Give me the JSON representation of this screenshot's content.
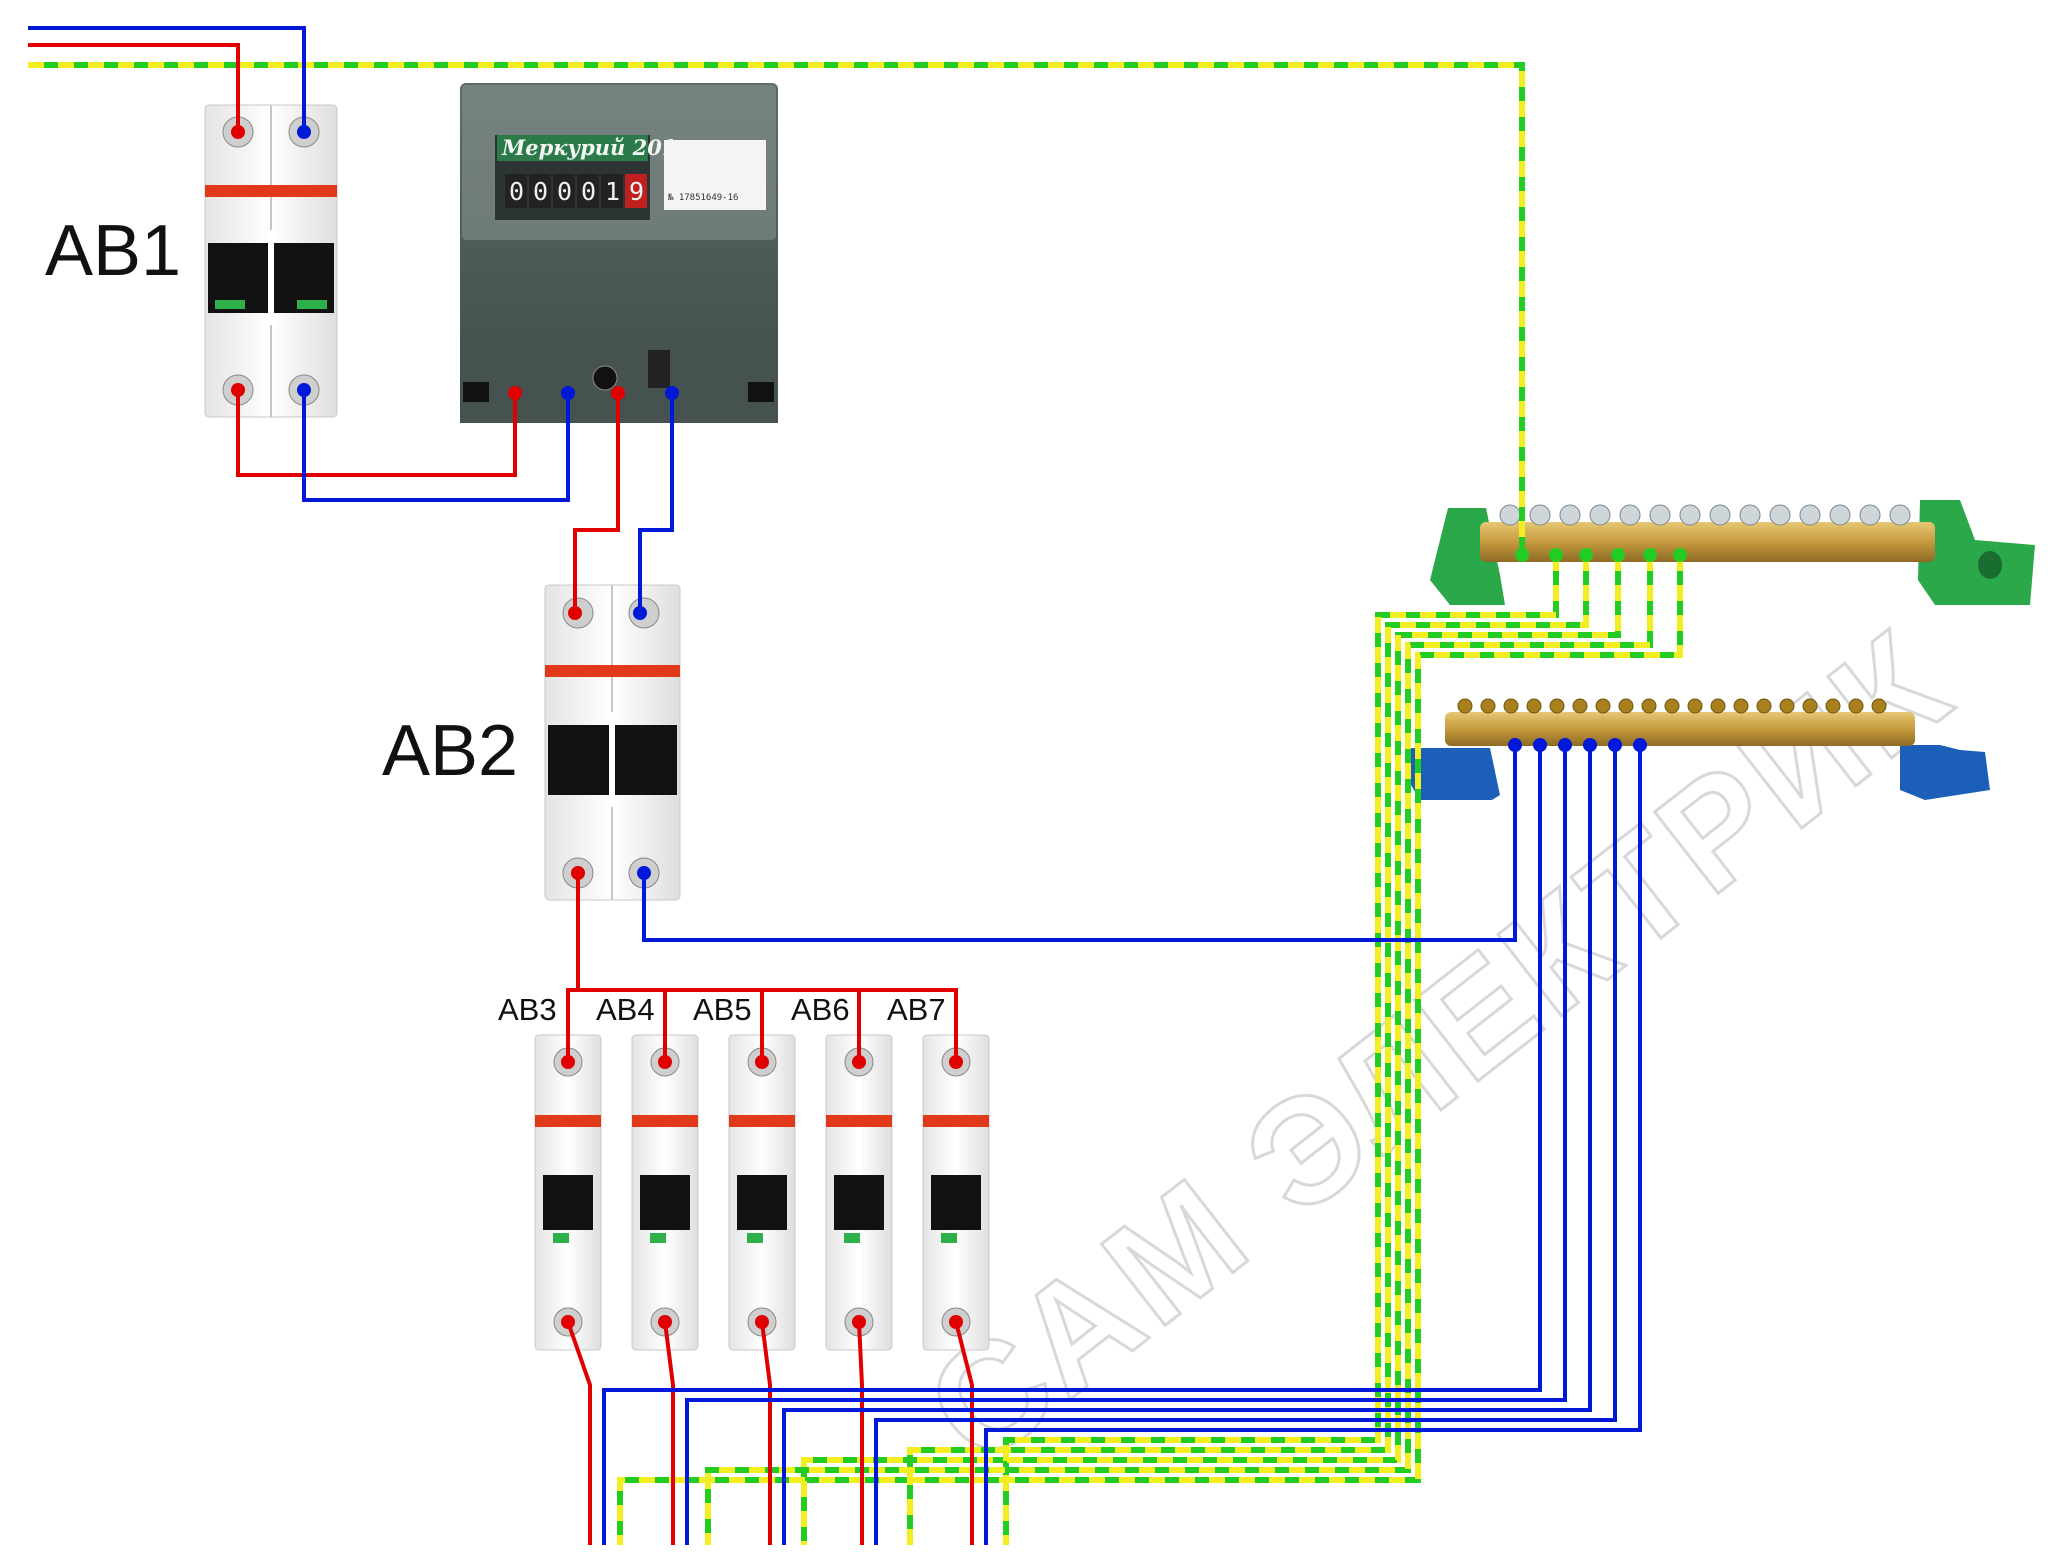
{
  "diagram": {
    "breakers": {
      "main": "АВ1",
      "after_meter": "АВ2",
      "groups": [
        "АВ3",
        "АВ4",
        "АВ5",
        "АВ6",
        "АВ7"
      ]
    },
    "meter": {
      "brand": "Меркурий 201",
      "reading": [
        "0",
        "0",
        "0",
        "0",
        "1",
        "9"
      ],
      "serial": "№ 17851649-16"
    },
    "watermark": "САМ ЭЛЕКТРИК",
    "colors": {
      "phase": "#e00000",
      "neutral": "#0018d8",
      "earth_green": "#22cc22",
      "earth_yellow": "#f2ee22",
      "breaker_stripe": "#e03a1a",
      "meter_body": "#4e5b58",
      "earth_bus_insulator": "#2aa84a",
      "neutral_bus_insulator": "#1c5fb8",
      "busbar_brass": "#c9a24a"
    },
    "icons": [
      "circuit-breaker-icon",
      "energy-meter-icon",
      "busbar-icon",
      "terminal-screw-icon"
    ]
  }
}
